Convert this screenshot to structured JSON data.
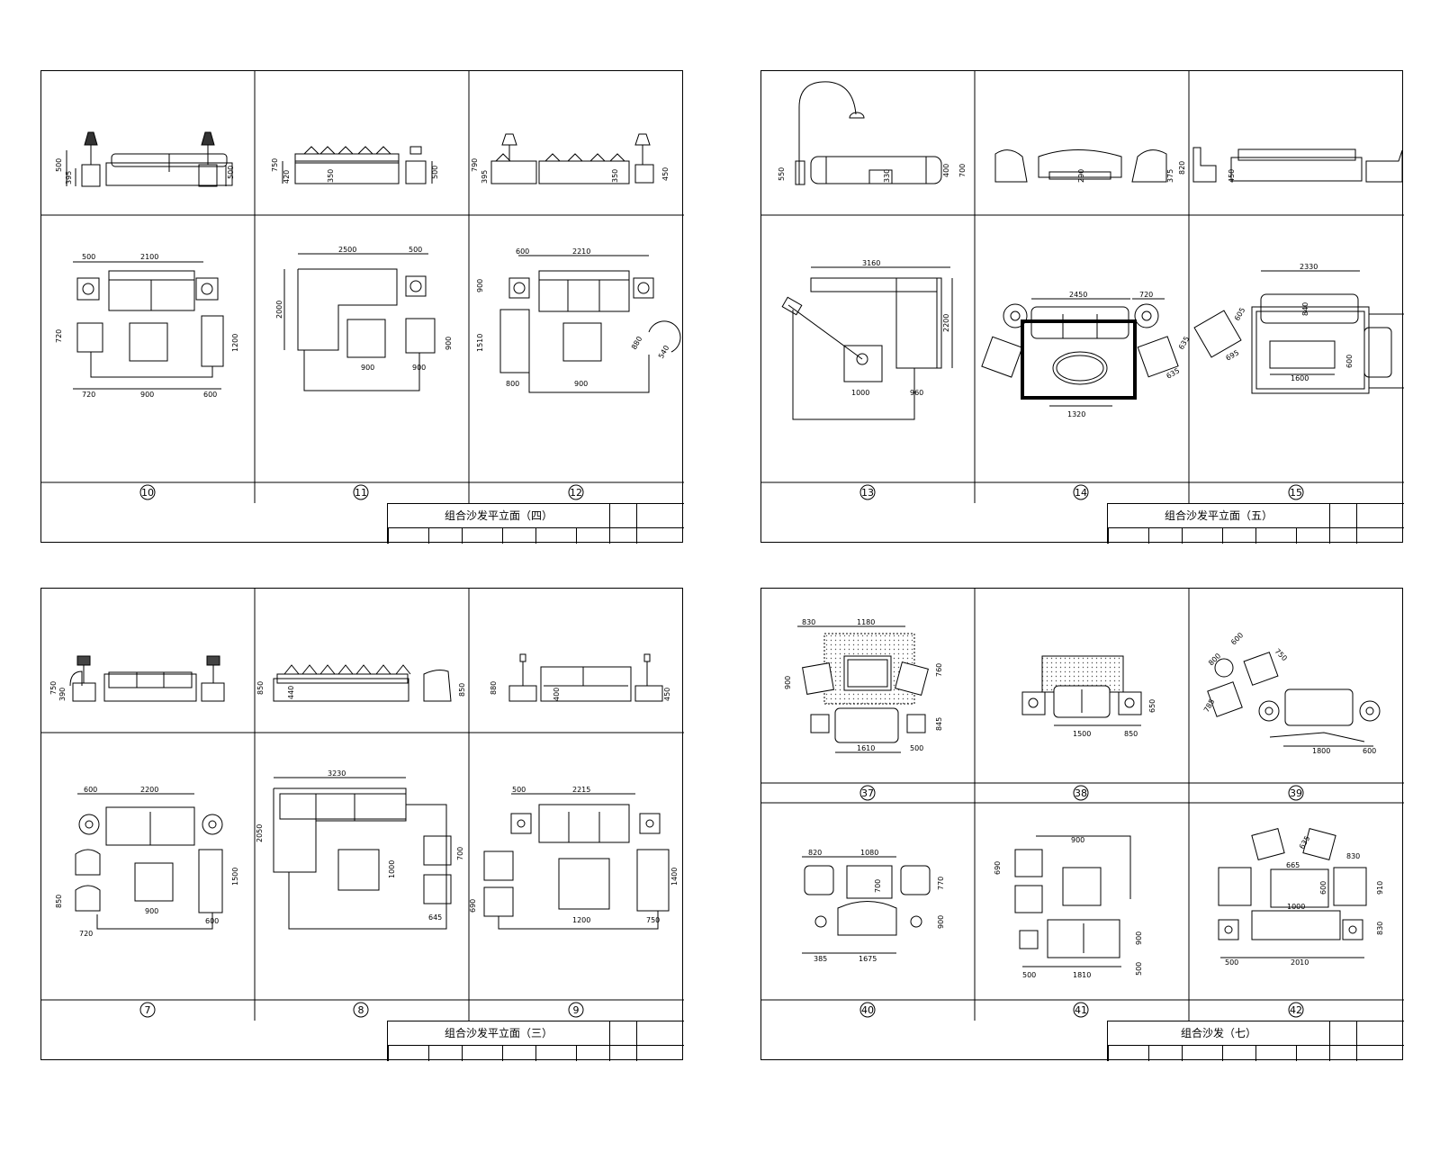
{
  "sheets": [
    {
      "title": "组合沙发平立面（四）",
      "panels": [
        {
          "number": "10",
          "elev_dims": [
            "500",
            "395",
            "500"
          ],
          "plan_dims": [
            "500",
            "2100",
            "720",
            "1200",
            "720",
            "900",
            "600"
          ]
        },
        {
          "number": "11",
          "elev_dims": [
            "750",
            "420",
            "350",
            "500"
          ],
          "plan_dims": [
            "2500",
            "500",
            "2000",
            "900",
            "900",
            "900"
          ]
        },
        {
          "number": "12",
          "elev_dims": [
            "790",
            "395",
            "350",
            "450"
          ],
          "plan_dims": [
            "600",
            "2210",
            "900",
            "1510",
            "800",
            "900",
            "880",
            "540"
          ]
        }
      ]
    },
    {
      "title": "组合沙发平立面（五）",
      "panels": [
        {
          "number": "13",
          "elev_dims": [
            "550",
            "330",
            "400",
            "700"
          ],
          "plan_dims": [
            "3160",
            "2200",
            "1000",
            "960"
          ]
        },
        {
          "number": "14",
          "elev_dims": [
            "290",
            "375",
            "820"
          ],
          "plan_dims": [
            "2450",
            "720",
            "1320",
            "635",
            "635"
          ]
        },
        {
          "number": "15",
          "elev_dims": [
            "450"
          ],
          "plan_dims": [
            "2330",
            "840",
            "1600",
            "600",
            "605",
            "695"
          ]
        }
      ]
    },
    {
      "title": "组合沙发平立面（三）",
      "panels": [
        {
          "number": "7",
          "elev_dims": [
            "750",
            "390"
          ],
          "plan_dims": [
            "600",
            "2200",
            "850",
            "1500",
            "900",
            "720",
            "600"
          ]
        },
        {
          "number": "8",
          "elev_dims": [
            "850",
            "440",
            "850"
          ],
          "plan_dims": [
            "3230",
            "2050",
            "1000",
            "700",
            "645"
          ]
        },
        {
          "number": "9",
          "elev_dims": [
            "880",
            "400",
            "450"
          ],
          "plan_dims": [
            "500",
            "2215",
            "690",
            "1400",
            "1200",
            "750"
          ]
        }
      ]
    },
    {
      "title": "组合沙发（七）",
      "panels": [
        {
          "number": "37",
          "plan_dims": [
            "830",
            "1180",
            "900",
            "760",
            "845",
            "1610",
            "500"
          ]
        },
        {
          "number": "38",
          "plan_dims": [
            "650",
            "1500",
            "850"
          ]
        },
        {
          "number": "39",
          "plan_dims": [
            "800",
            "600",
            "750",
            "785",
            "1800",
            "600"
          ]
        },
        {
          "number": "40",
          "plan_dims": [
            "820",
            "1080",
            "700",
            "770",
            "900",
            "385",
            "1675"
          ]
        },
        {
          "number": "41",
          "plan_dims": [
            "690",
            "900",
            "900",
            "500",
            "1810",
            "500"
          ]
        },
        {
          "number": "42",
          "plan_dims": [
            "635",
            "830",
            "665",
            "600",
            "910",
            "1000",
            "830",
            "500",
            "2010"
          ]
        }
      ]
    }
  ]
}
